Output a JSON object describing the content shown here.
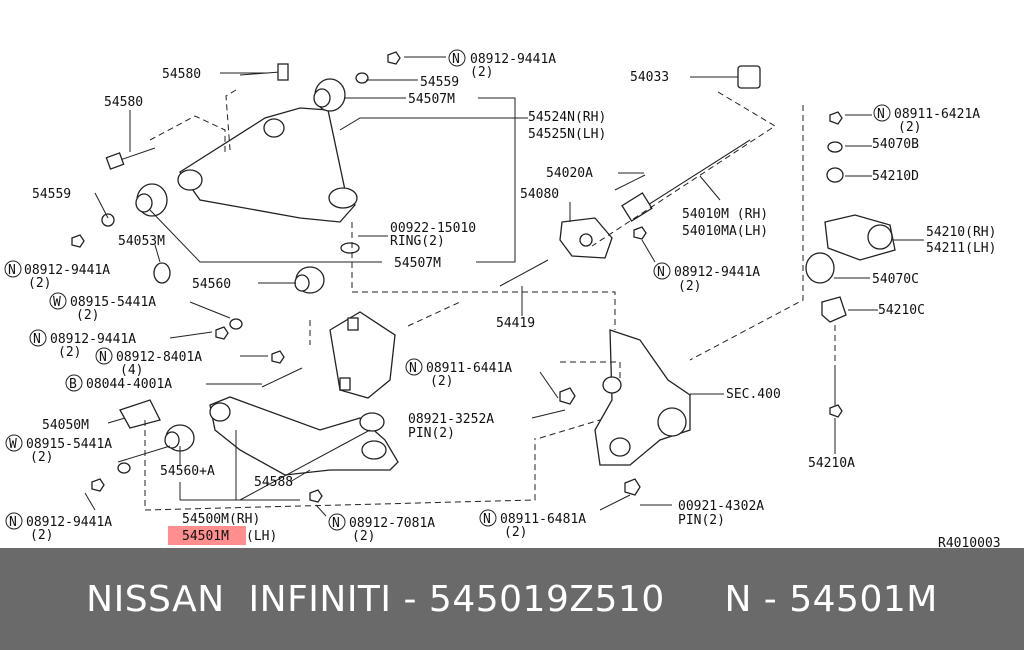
{
  "labels": {
    "l54580a": "54580",
    "n1": "N",
    "l08912_9441a_top": "08912-9441A",
    "l2_top": "(2)",
    "l54559a": "54559",
    "l54507m_a": "54507M",
    "l54580b": "54580",
    "l54524n": "54524N(RH)",
    "l54525n": "54525N(LH)",
    "l54559b": "54559",
    "l54053m": "54053M",
    "l00922": "00922-15010",
    "lring": "RING(2)",
    "l54507m_b": "54507M",
    "n2": "N",
    "l08912_9441a_l": "08912-9441A",
    "l2_l": "(2)",
    "l54560": "54560",
    "w1": "W",
    "l08915_5441a": "08915-5441A",
    "l2_w1": "(2)",
    "n3": "N",
    "l08912_9441a_m": "08912-9441A",
    "l2_m": "(2)",
    "n4": "N",
    "l08912_8401a": "08912-8401A",
    "l4": "(4)",
    "b1": "B",
    "l08044": "08044-4001A",
    "l54050m": "54050M",
    "w2": "W",
    "l08915_5441a_b": "08915-5441A",
    "l2_w2": "(2)",
    "l54560a": "54560+A",
    "l54588": "54588",
    "l54500m": "54500M(RH)",
    "l54501m": "54501M",
    "l54501m_lh": "(LH)",
    "n5": "N",
    "l08912_9441a_b": "08912-9441A",
    "l2_b": "(2)",
    "n6": "N",
    "l08912_7081a": "08912-7081A",
    "l2_7081": "(2)",
    "n7": "N",
    "l08911_6481a": "08911-6481A",
    "l2_6481": "(2)",
    "l00921": "00921-4302A",
    "lpin2": "PIN(2)",
    "l08921": "08921-3252A",
    "lpin1": "PIN(2)",
    "n8": "N",
    "l08911_6441a": "08911-6441A",
    "l2_6441": "(2)",
    "l54419": "54419",
    "l54033": "54033",
    "l54020a": "54020A",
    "l54080": "54080",
    "l54010m": "54010M (RH)",
    "l54010ma": "54010MA(LH)",
    "n9": "N",
    "l08912_9441a_r": "08912-9441A",
    "l2_r": "(2)",
    "lsec": "SEC.400",
    "n10": "N",
    "l08911_6421a": "08911-6421A",
    "l2_6421": "(2)",
    "l54070b": "54070B",
    "l54210d": "54210D",
    "l54210rh": "54210(RH)",
    "l54211lh": "54211(LH)",
    "l54070c": "54070C",
    "l54210c": "54210C",
    "l54210a": "54210A",
    "lref": "R4010003"
  },
  "footer": {
    "text": "NISSAN  INFINITI - 545019Z510     N - 54501M"
  },
  "colors": {
    "highlight": "#ff7b7b",
    "footer_bg": "#6a6a6a"
  }
}
